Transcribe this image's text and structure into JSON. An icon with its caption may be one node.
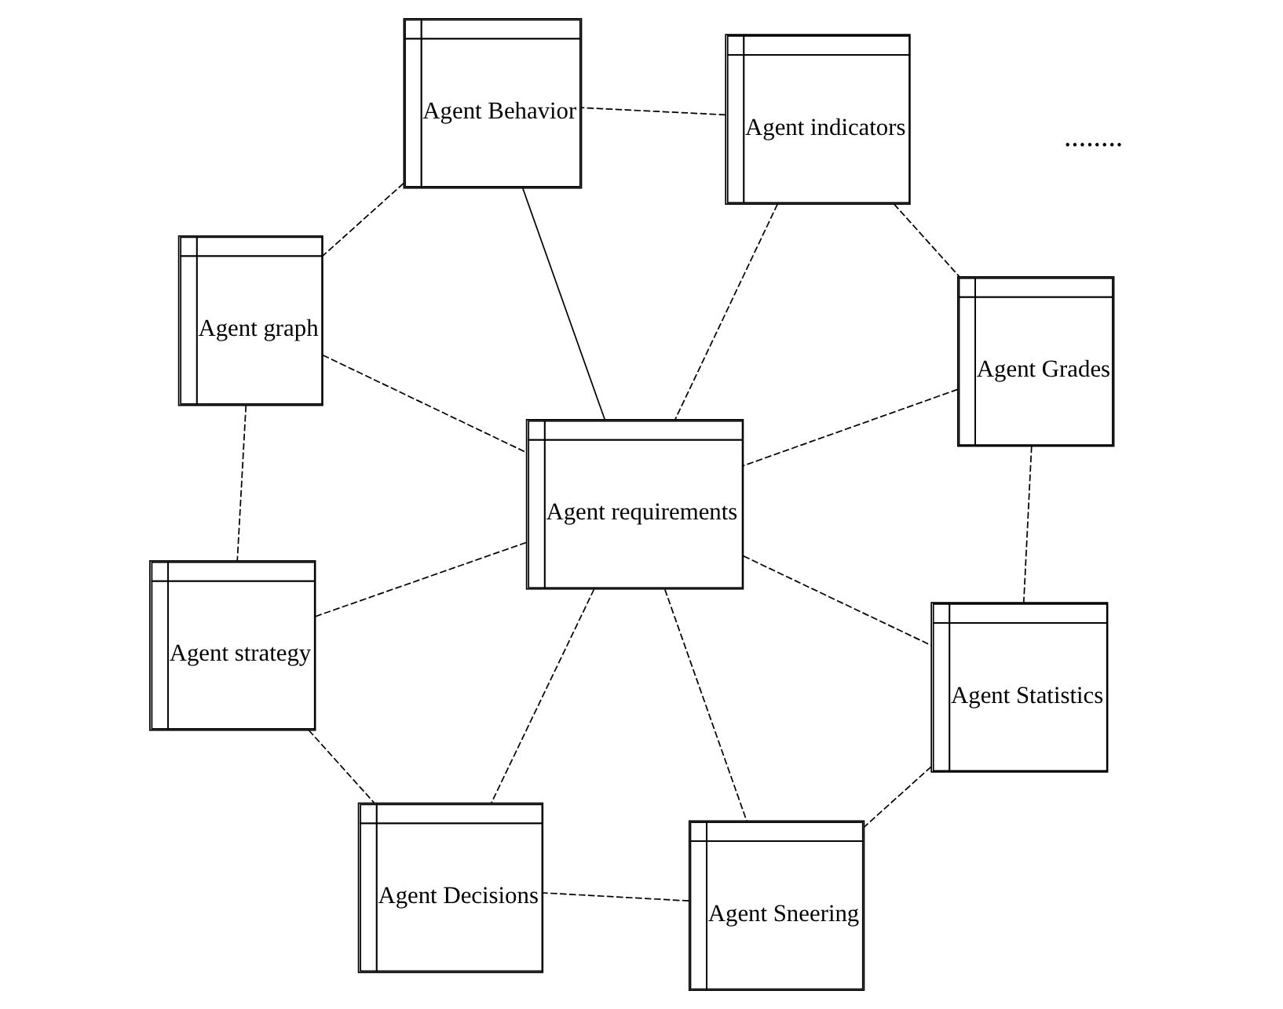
{
  "diagram": {
    "nodes": [
      {
        "text": [
          "Agent indicators"
        ]
      },
      {
        "text": [
          "Agent Behavior"
        ]
      },
      {
        "text": [
          "Agent graph"
        ]
      },
      {
        "text": [
          "Agent strategy"
        ]
      },
      {
        "text": [
          "Agent Grades"
        ]
      },
      {
        "text": [
          "Agent requirements"
        ]
      },
      {
        "text": [
          "Agent Decisions"
        ]
      },
      {
        "text": [
          "Agent Statistics"
        ]
      },
      {
        "text": [
          "Agent Sneering"
        ]
      }
    ],
    "edges": [
      {
        "from": 0,
        "to": 1,
        "arrow": "none",
        "style": "dashed"
      },
      {
        "from": 1,
        "to": 2,
        "arrow": "none",
        "style": "dashed"
      },
      {
        "from": 2,
        "to": 3,
        "arrow": "none",
        "style": "dashed"
      },
      {
        "from": 0,
        "to": 4,
        "arrow": "none",
        "style": "dashed"
      },
      {
        "from": 0,
        "to": 5,
        "arrow": "none",
        "style": "dashed"
      },
      {
        "from": 1,
        "to": 5,
        "arrow": "none"
      },
      {
        "from": 2,
        "to": 5,
        "arrow": "none",
        "style": "dashed"
      },
      {
        "from": 3,
        "to": 5,
        "arrow": "none",
        "style": "dashed"
      },
      {
        "from": 4,
        "to": 5,
        "arrow": "none",
        "style": "dashed"
      },
      {
        "from": 3,
        "to": 6,
        "arrow": "none",
        "style": "dashed"
      },
      {
        "from": 5,
        "to": 6,
        "arrow": "none",
        "style": "dashed"
      },
      {
        "from": 5,
        "to": 7,
        "arrow": "none",
        "style": "dashed"
      },
      {
        "from": 5,
        "to": 8,
        "arrow": "none",
        "style": "dashed"
      },
      {
        "from": 4,
        "to": 7,
        "arrow": "none",
        "style": "dashed"
      },
      {
        "from": 7,
        "to": 8,
        "arrow": "none",
        "style": "dashed"
      },
      {
        "from": 8,
        "to": 6,
        "arrow": "none",
        "style": "dashed"
      }
    ],
    "labels": [
      "........"
    ]
  }
}
